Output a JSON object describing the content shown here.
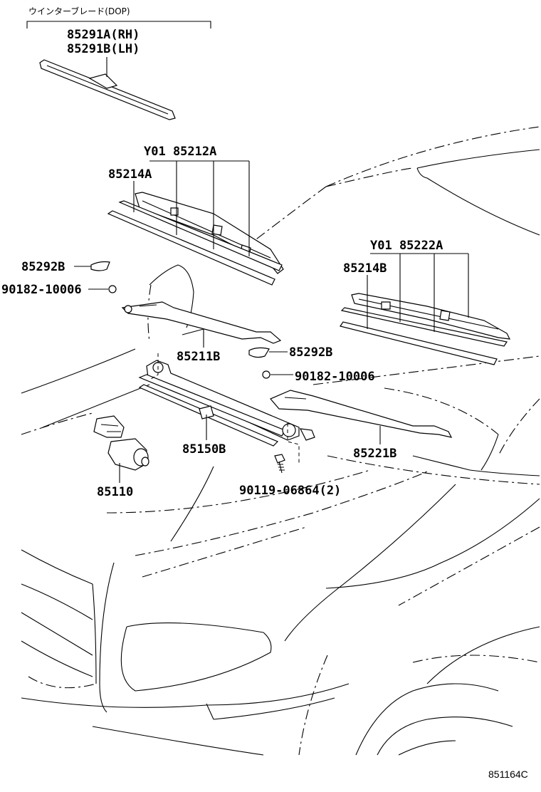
{
  "header": {
    "kit_caption": "ウインターブレード(DOP)"
  },
  "parts": {
    "p85291a": "85291A(RH)",
    "p85291b": "85291B(LH)",
    "y01_85212a": "Y01 85212A",
    "p85214a": "85214A",
    "p85292b_left": "85292B",
    "p90182_left": "90182-10006",
    "y01_85222a": "Y01 85222A",
    "p85214b": "85214B",
    "p85211b": "85211B",
    "p85292b_right": "85292B",
    "p90182_right": "90182-10006",
    "p85150b": "85150B",
    "p85221b": "85221B",
    "p85110": "85110",
    "p90119": "90119-06864(2)"
  },
  "footer": {
    "diagram_id": "851164C"
  }
}
